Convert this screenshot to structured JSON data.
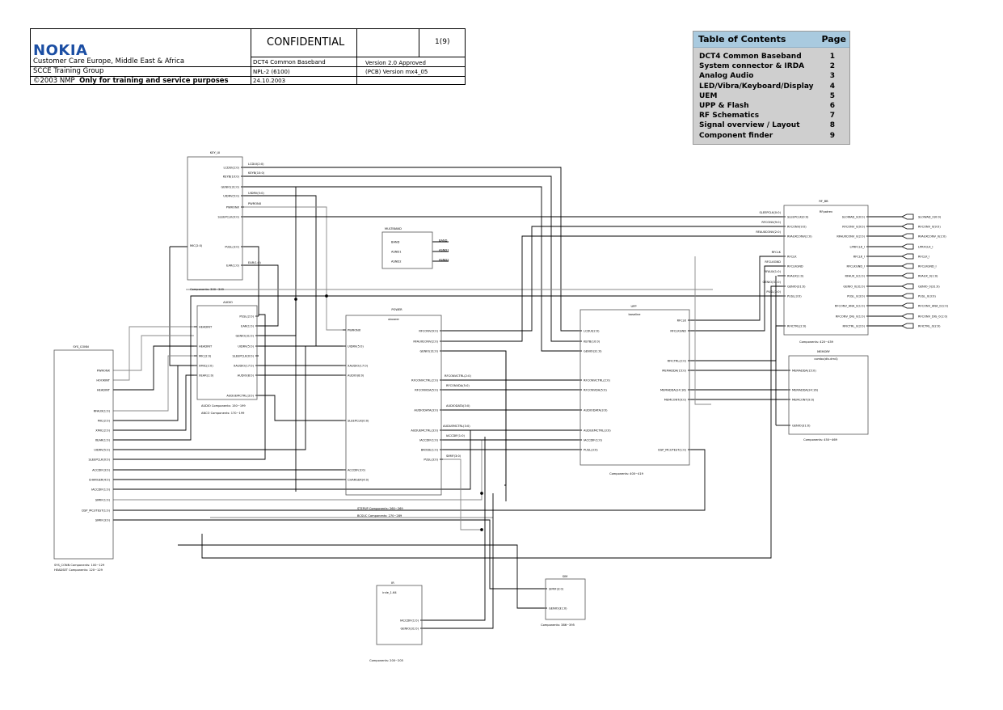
{
  "header": {
    "logo": "NOKIA",
    "confidential": "CONFIDENTIAL",
    "page": "1(9)",
    "rows": [
      {
        "left": "Customer Care Europe, Middle East & Africa",
        "mid": "DCT4 Common Baseband",
        "right": "Version 2.0 Approved"
      },
      {
        "left": "SCCE Training Group",
        "mid": "NPL-2 (6100)",
        "right": "(PCB) Version mx4_05"
      },
      {
        "left_prefix": "©2003 NMP",
        "left_bold": "Only for training and service purposes",
        "mid": "24.10.2003",
        "right": ""
      }
    ]
  },
  "toc": {
    "title": "Table of Contents",
    "page_label": "Page",
    "items": [
      {
        "label": "DCT4 Common Baseband",
        "page": "1"
      },
      {
        "label": "System connector & IRDA",
        "page": "2"
      },
      {
        "label": "Analog Audio",
        "page": "3"
      },
      {
        "label": "LED/Vibra/Keyboard/Display",
        "page": "4"
      },
      {
        "label": "UEM",
        "page": "5"
      },
      {
        "label": "UPP & Flash",
        "page": "6"
      },
      {
        "label": "RF Schematics",
        "page": "7"
      },
      {
        "label": "Signal overview / Layout",
        "page": "8"
      },
      {
        "label": "Component finder",
        "page": "9"
      }
    ]
  },
  "blocks": {
    "key_ui": {
      "title": "KEY_UI",
      "note": "Components: 300~349",
      "pins_right": [
        "LCDUI(2:0)",
        "KEYB(10:0)",
        "GENIO(31:0)",
        "UIDRV(5:0)",
        "PWRONX",
        "SLEEPCLK(0:0)",
        "PUSL(3:0)",
        "EAR(1:0)"
      ],
      "pins_left": [
        "MIC(2:0)"
      ]
    },
    "multiband": {
      "title": "MULTIBAND",
      "pins": [
        "BAND",
        "ASND1",
        "ASND2"
      ],
      "outs": [
        "BAND",
        "ASND1",
        "ASND2"
      ]
    },
    "audio": {
      "title": "AUDIO",
      "note1": "AUDIO Components: 150~199",
      "note2": "ANCO Components: 170~199",
      "pins_left": [
        "HEADINT",
        "HEADINT",
        "MIC(2:0)",
        "XMIC(2:0)",
        "XEAR(1:0)"
      ],
      "pins_right": [
        "PUSL(2:0)",
        "EAR(1:0)",
        "GENIO(31:0)",
        "UIDRV(5:0)",
        "SLEEPCLK(0:0)",
        "XAUDIO(17:0)",
        "AUDIO(8:0)",
        "AUDUEMCTRL(3:0)"
      ]
    },
    "sys_conn": {
      "title": "SYS_CONN",
      "note1": "SYS_CONN Components: 100~129",
      "note2": "HEADSET Components: 120~129",
      "pins": [
        "PWRONX",
        "HOOKINT",
        "HEADINT",
        "RFAUX(1:0)",
        "MIC(2:0)",
        "XMIC(2:0)",
        "XEAR(1:0)",
        "UIDRV(5:0)",
        "SLEEPCLK(0:0)",
        "ACCDIF(3:0)",
        "CHARGER(4:0)",
        "IACCDIF(1:0)",
        "SIMIF(1:0)",
        "DSP_MCUTEST(1:0)",
        "SIMIF(3:0)"
      ]
    },
    "power": {
      "title": "POWER",
      "subtitle": "uboarer",
      "note1": "STEPUP Components: 260~269",
      "note2": "BCSUC Components: 270~289",
      "pins_left": [
        "PWRONX",
        "UIDRV(5:0)",
        "XAUDIO(17:0)",
        "AUDIO(8:0)",
        "SLEEPCLK(0:0)",
        "ACCDIF(3:0)",
        "CHARGER(4:0)"
      ],
      "pins_right": [
        "RFCONV(9:0)",
        "RFAUXCONV(2:0)",
        "GENIO(31:0)",
        "RFCONVCTRL(2:0)",
        "RFCONVDA(5:0)",
        "AUDIODATA(3:0)",
        "AUDUEMCTRL(3:0)",
        "IACCDIF(1:0)",
        "BKODE(1:0)",
        "PUSL(3:0)",
        "SIMIF(3:0)"
      ],
      "mid_labels": [
        "RFCONVCTRL(2:0)",
        "RFCONVDA(5:0)",
        "AUDIODATA(3:0)",
        "AUDUEMCTRL(3:0)",
        "IACCDIF(1:0)",
        "SIMIF(3:0)"
      ]
    },
    "upp": {
      "title": "UPP",
      "subtitle": "baseline",
      "note": "Components: 400~419",
      "pins_left": [
        "LCDUI(2:0)",
        "KEYB(10:0)",
        "GENIO(31:0)",
        "RFCONVCTRL(2:0)",
        "RFCONVDA(5:0)",
        "AUDIODATA(3:0)",
        "AUDUEMCTRL(3:0)",
        "IACCDIF(1:0)",
        "PUSL(3:0)"
      ],
      "pins_right": [
        "RFCLK",
        "RFCLKGND",
        "RFICTRL(2:0)",
        "MEMADDA(15:0)",
        "MEMADDA(24:16)",
        "MEMCONT(9:0)",
        "DSP_MCUTEST(1:0)"
      ]
    },
    "rf_bb": {
      "title": "RF_BB",
      "subtitle": "RFpatrev",
      "note": "Components: 420~439",
      "pins_left": [
        "SLEEPCLK(0:0)",
        "RFCONV(9:0)",
        "RFAUXCONV(2:0)",
        "RFCLK",
        "RFCLKGND",
        "RFAUX(1:0)",
        "GENIO(31:0)",
        "PUSL(3:0)",
        "RFICTRL(2:0)"
      ],
      "pins_right": [
        "SLOWAD_0(0:0)",
        "RFCONV_0(9:0)",
        "RFAUXCONV_0(2:0)",
        "LPRFCLK_I",
        "RFCLK_I",
        "RFCLKGND_I",
        "RFAUX_0(1:0)",
        "GENIO_0(31:0)",
        "PUSL_0(3:0)",
        "RFCONV_ANA_0(1:0)",
        "RFCONV_DIG_0(1:0)",
        "RFICTRL_0(2:0)"
      ],
      "ext_labels": [
        "SLOWAD_0(0:0)",
        "RFCONV_0(9:0)",
        "RFAUXCONV_0(2:0)",
        "LPRFCLK_I",
        "RFCLK_I",
        "RFCLKGND_I",
        "RFAUX_0(1:0)",
        "GENIO_0(31:0)",
        "PUSL_0(3:0)",
        "RFCONV_ANA_0(1:0)",
        "RFCONV_DIG_0(1:0)",
        "RFICTRL_0(2:0)"
      ],
      "left_ext": [
        "SLEEPCLK(0:0)",
        "RFCONV(9:0)",
        "RFAUXCONV(2:0)",
        "RFCLK",
        "RFCLKGND",
        "RFAUX(1:0)",
        "GENIO(31:0)",
        "PUSL(3:0)"
      ]
    },
    "memory": {
      "title": "MEMORY",
      "subtitle": "combo(div.dm4)",
      "note": "Components: 450~469",
      "pins": [
        "MEMADDA(15:0)",
        "MEMADDA(24:16)",
        "MEMCONT(9:0)",
        "GENIO(31:0)"
      ]
    },
    "ir": {
      "title": "IR",
      "subtitle": "ircle_1.64",
      "note": "Components: 200~205",
      "pins": [
        "IACCDIF(1:0)",
        "GENIO(31:0)"
      ]
    },
    "sim": {
      "title": "SIM",
      "note": "Components: 386~395",
      "pins": [
        "SIMIF(3:0)",
        "GENIO(31:0)"
      ]
    }
  },
  "wire_labels": [
    "LCDUI(2:0)",
    "KEYB(10:0)",
    "UIDRV(5:0)",
    "PWRONX",
    "EAR(1:0)"
  ]
}
